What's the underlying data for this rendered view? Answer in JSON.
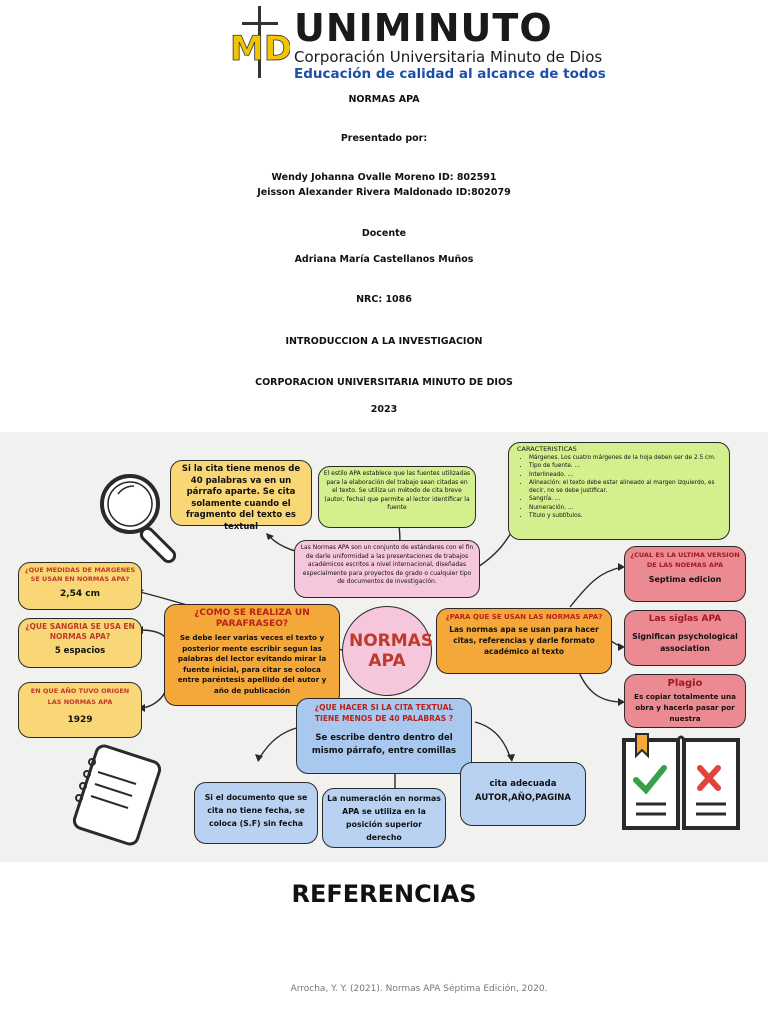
{
  "header": {
    "logo_name": "UNIMINUTO",
    "logo_line1": "Corporación Universitaria Minuto de Dios",
    "logo_line2": "Educación de calidad al alcance de todos",
    "logo_mark": "MD"
  },
  "cover": {
    "title": "NORMAS APA",
    "presented_by": "Presentado por:",
    "author1": "Wendy Johanna Ovalle Moreno ID: 802591",
    "author2": "Jeisson Alexander Rivera Maldonado ID:802079",
    "teacher_label": "Docente",
    "teacher_name": "Adriana María Castellanos Muños",
    "nrc": "NRC: 1086",
    "course": "INTRODUCCION A LA INVESTIGACION",
    "institution": "CORPORACION UNIVERSITARIA MINUTO DE DIOS",
    "year": "2023"
  },
  "mindmap": {
    "center": "NORMAS APA",
    "definition": "Las Normas APA son un conjunto de estándares con el fin de darle uniformidad a las presentaciones de trabajos académicos escritos a nivel internacional, diseñadas especialmente para proyectos de grado o cualquier tipo de documentos de investigación.",
    "style": "El estilo APA establece que las fuentes utilizadas para la elaboración del trabajo sean citadas en el texto. Se utiliza un método de cita breve (autor, fecha) que permite al lector identificar la fuente",
    "cita40": "Si  la cita tiene menos de 40 palabras va en un párrafo aparte. Se cita solamente cuando el fragmento del texto es textual",
    "characteristics_title": "CARACTERISTICAS",
    "characteristics": [
      "Márgenes. Los cuatro márgenes de la hoja deben ser de 2.5 cm.",
      "Tipo de fuente. ...",
      "Interlineado. ...",
      "Alineación: el texto debe estar alineado al margen izquierdo, es decir, no se debe justificar.",
      "Sangría. ...",
      "Numeración. ...",
      "Título y subtítulos."
    ],
    "margins_q": "¿QUE MEDIDAS DE MARGENES SE USAN EN NORMAS APA?",
    "margins_a": "2,54 cm",
    "indent_q": "¿QUE SANGRIA SE USA EN NORMAS APA?",
    "indent_a": "5 espacios",
    "origin_q": "EN QUE AÑO TUVO ORIGEN LAS NORMAS APA",
    "origin_a": "1929",
    "paraphrase_q": "¿COMO SE REALIZA UN PARAFRASEO?",
    "paraphrase_a": "Se debe leer varias veces el texto y posterior mente escribir segun las palabras del lector evitando mirar la fuente inicial, para citar se coloca entre paréntesis apellido del autor y año de publicación",
    "purpose_q": "¿PARA QUE SE USAN LAS NORMAS APA?",
    "purpose_a": "Las normas apa se usan  para hacer citas, referencias y darle formato académico al texto",
    "version_q": "¿CUAL ES LA ULTIMA VERSION DE LAS NOEMAS APA",
    "version_a": "Septima edicion",
    "acronym_q": "Las siglas APA",
    "acronym_a": "Significan psychological association",
    "plagio_q": "Plagio",
    "plagio_a": "Es copiar totalmente una obra y hacerla pasar por nuestra",
    "textual_q": "¿QUE HACER SI LA CITA TEXTUAL TIENE MENOS DE 40 PALABRAS ?",
    "textual_a": "Se escribe dentro dentro del mismo párrafo, entre comillas",
    "nodate": "Si el documento que se cita no tiene fecha, se coloca (S.F) sin fecha",
    "numbering": "La numeración en normas APA se utiliza en la posición superior derecho",
    "cita_adecuada": "cita adecuada AUTOR,AÑO,PAGINA",
    "icons": [
      "magnifier-icon",
      "notebook-icon",
      "checklist-book-icon"
    ],
    "colors": {
      "yellow": "#f9d776",
      "green": "#d4ef8e",
      "pink": "#f6c7dc",
      "blue": "#a9c8f0",
      "rose": "#ec8a94",
      "orange": "#f5a83a",
      "title_red": "#c0392b"
    }
  },
  "references": {
    "title": "REFERENCIAS",
    "item": "Arrocha, Y. Y. (2021). Normas APA Séptima Edición, 2020."
  }
}
